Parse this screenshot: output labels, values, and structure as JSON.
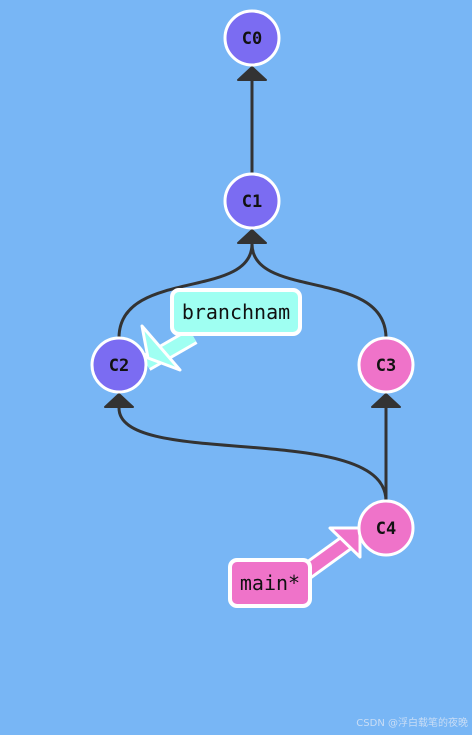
{
  "colors": {
    "background": "#78b6f5",
    "edge": "#333333",
    "node_outline": "#ffffff",
    "node_branch_color": "#7b6cf2",
    "node_main_color": "#ef73c9",
    "branch_label_fill": "#9ffff2",
    "main_label_fill": "#ef73c9",
    "watermark": "#c9ddf5"
  },
  "commits": [
    {
      "id": "C0",
      "group": "branch"
    },
    {
      "id": "C1",
      "group": "branch"
    },
    {
      "id": "C2",
      "group": "branch"
    },
    {
      "id": "C3",
      "group": "main"
    },
    {
      "id": "C4",
      "group": "main"
    }
  ],
  "edges": [
    {
      "from": "C1",
      "to": "C0"
    },
    {
      "from": "C2",
      "to": "C1"
    },
    {
      "from": "C3",
      "to": "C1"
    },
    {
      "from": "C4",
      "to": "C2"
    },
    {
      "from": "C4",
      "to": "C3"
    }
  ],
  "branches": [
    {
      "name": "branchnam",
      "target": "C2",
      "icon": "arrow-icon"
    },
    {
      "name": "main*",
      "target": "C4",
      "icon": "arrow-icon"
    }
  ],
  "watermark": "CSDN @浮白载笔的夜晚"
}
